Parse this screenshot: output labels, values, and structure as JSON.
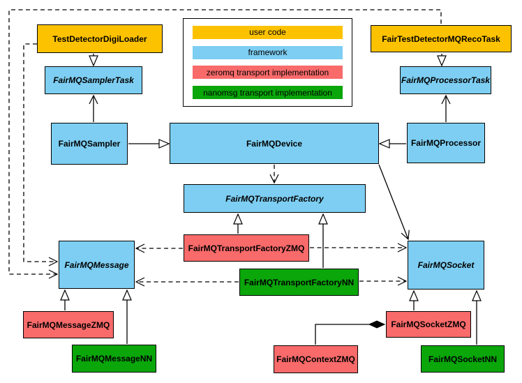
{
  "palette": {
    "user_code": "#fcc200",
    "framework": "#7dcef2",
    "zeromq": "#f96a6a",
    "nanomsg": "#0aa60a",
    "line": "#000000",
    "background": "#ffffff"
  },
  "legend": {
    "items": [
      {
        "label": "user code",
        "color": "#fcc200"
      },
      {
        "label": "framework",
        "color": "#7dcef2"
      },
      {
        "label": "zeromq transport implementation",
        "color": "#f96a6a"
      },
      {
        "label": "nanomsg transport implementation",
        "color": "#0aa60a"
      }
    ]
  },
  "nodes": {
    "test_detector_digi_loader": {
      "label": "TestDetectorDigiLoader"
    },
    "fairmq_sampler_task": {
      "label": "FairMQSamplerTask"
    },
    "fair_test_detector_mq_reco_task": {
      "label": "FairTestDetectorMQRecoTask"
    },
    "fairmq_processor_task": {
      "label": "FairMQProcessorTask"
    },
    "fairmq_sampler": {
      "label": "FairMQSampler"
    },
    "fairmq_device": {
      "label": "FairMQDevice"
    },
    "fairmq_processor": {
      "label": "FairMQProcessor"
    },
    "fairmq_transport_factory": {
      "label": "FairMQTransportFactory"
    },
    "fairmq_transport_factory_zmq": {
      "label": "FairMQTransportFactoryZMQ"
    },
    "fairmq_transport_factory_nn": {
      "label": "FairMQTransportFactoryNN"
    },
    "fairmq_message": {
      "label": "FairMQMessage"
    },
    "fairmq_socket": {
      "label": "FairMQSocket"
    },
    "fairmq_message_zmq": {
      "label": "FairMQMessageZMQ"
    },
    "fairmq_message_nn": {
      "label": "FairMQMessageNN"
    },
    "fairmq_socket_zmq": {
      "label": "FairMQSocketZMQ"
    },
    "fairmq_socket_nn": {
      "label": "FairMQSocketNN"
    },
    "fairmq_context_zmq": {
      "label": "FairMQContextZMQ"
    }
  }
}
